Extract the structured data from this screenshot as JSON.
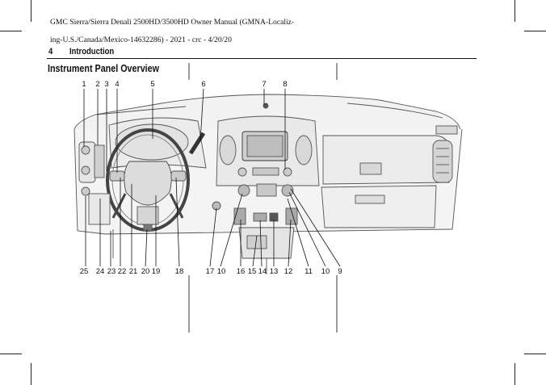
{
  "header": {
    "meta_line1": "GMC Sierra/Sierra Denali 2500HD/3500HD Owner Manual (GMNA-Localiz-",
    "meta_line2": "ing-U.S./Canada/Mexico-14632286) - 2021 - crc - 4/20/20"
  },
  "page": {
    "number": "4",
    "chapter": "Introduction"
  },
  "section": {
    "title": "Instrument Panel Overview"
  },
  "callouts_top": [
    "1",
    "2",
    "3",
    "4",
    "5",
    "6",
    "7",
    "8"
  ],
  "callouts_bottom": [
    "25",
    "24",
    "23",
    "22",
    "21",
    "20",
    "19",
    "18",
    "17",
    "10",
    "16",
    "15",
    "14",
    "13",
    "12",
    "11",
    "10",
    "9"
  ]
}
